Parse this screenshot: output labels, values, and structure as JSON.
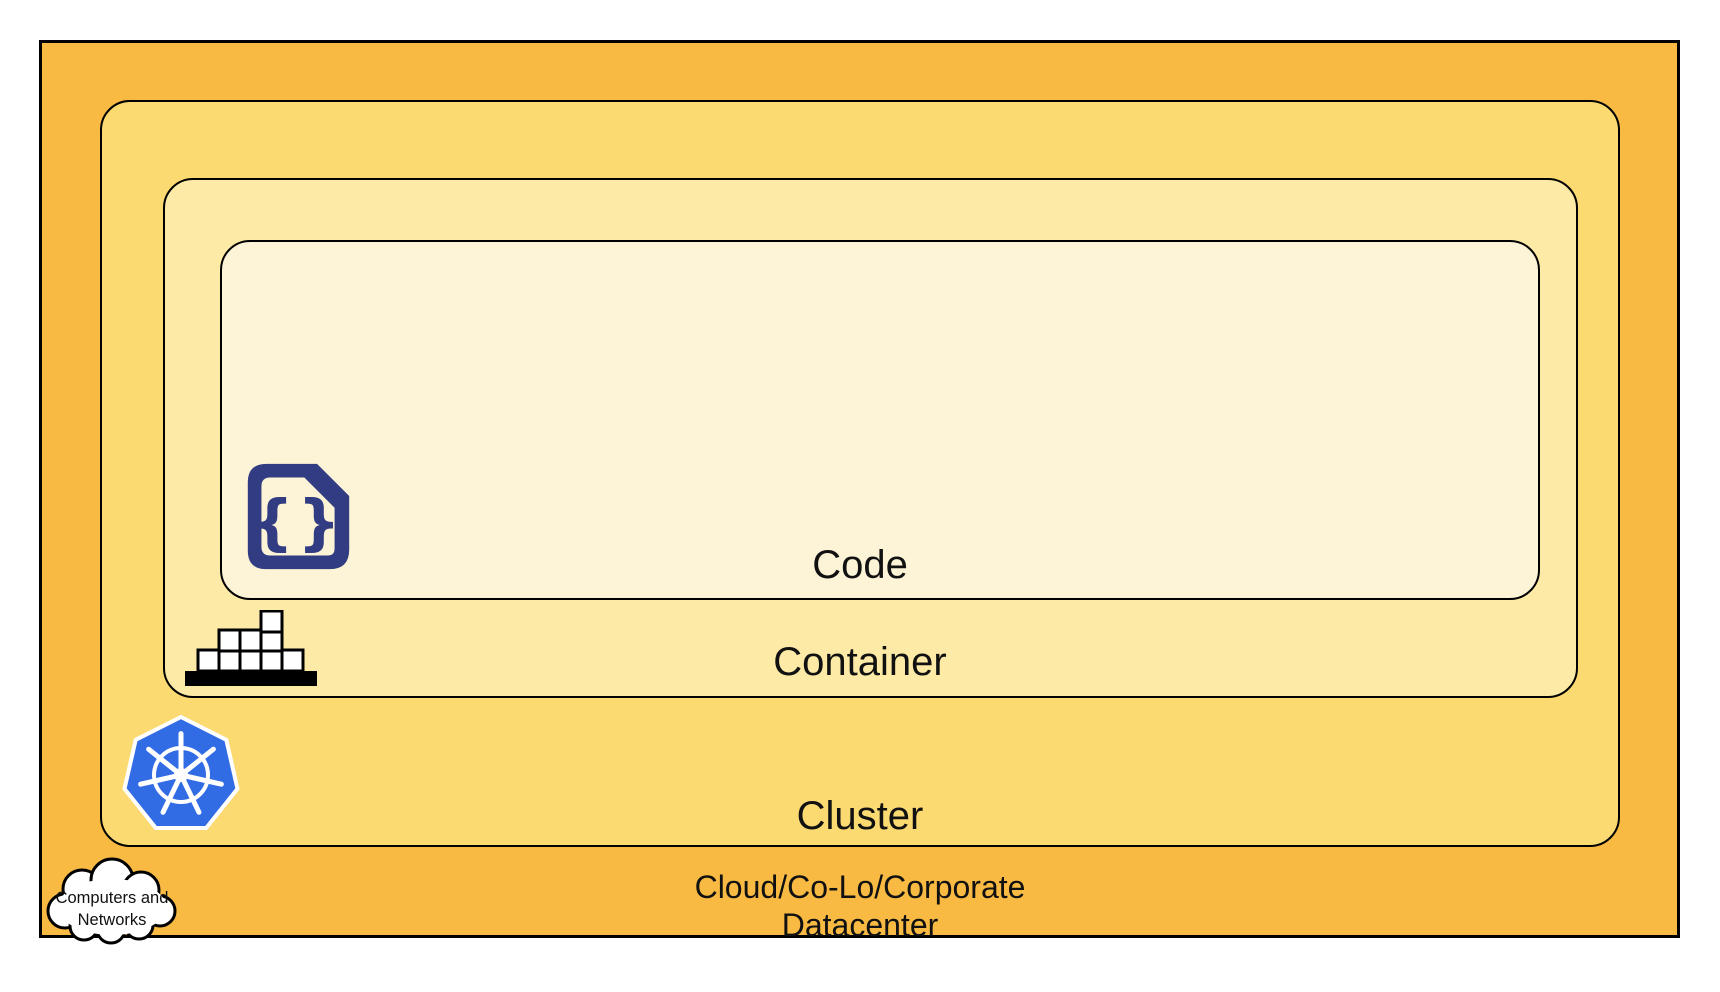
{
  "diagram": {
    "layers": {
      "code": {
        "label": "Code",
        "fill": "#fdf4d7"
      },
      "container": {
        "label": "Container",
        "fill": "#fdeaa6"
      },
      "cluster": {
        "label": "Cluster",
        "fill": "#fcda72"
      },
      "datacenter": {
        "label_line1": "Cloud/Co-Lo/Corporate",
        "label_line2": "Datacenter",
        "fill": "#f8ba42"
      }
    },
    "cloud_callout": {
      "line1": "Computers and",
      "line2": "Networks",
      "fill": "#ffffff",
      "outline": "#000000"
    },
    "icons": {
      "code_icon": {
        "glyph": "{}",
        "color": "#323c82"
      },
      "container_icon": {
        "block_fill": "#ffffff",
        "outline": "#000000"
      },
      "kubernetes_icon": {
        "color": "#326ce5",
        "wheel_color": "#ffffff"
      }
    },
    "border_color": "#000000",
    "text_color": "#111111"
  }
}
